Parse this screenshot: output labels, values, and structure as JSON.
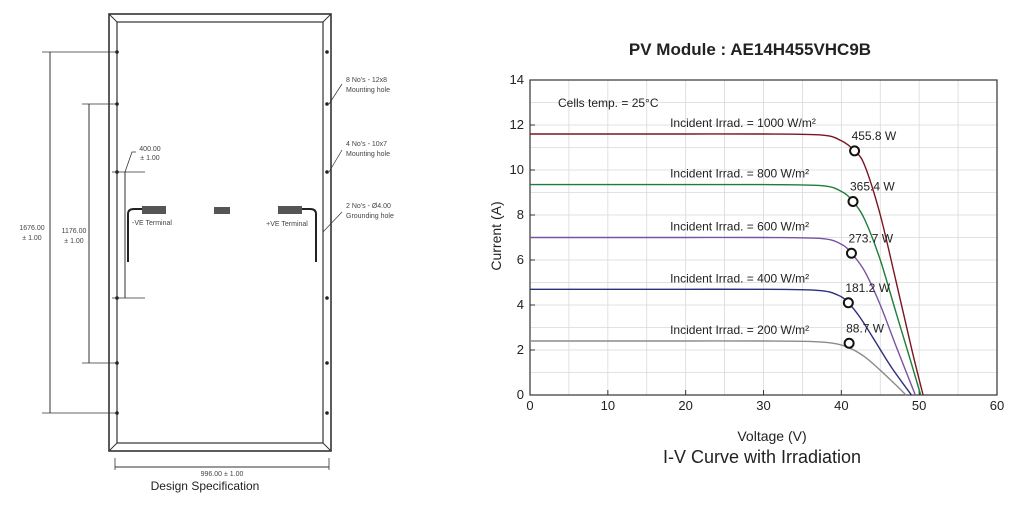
{
  "drawing": {
    "caption": "Design Specification",
    "dim_height": "1676.00",
    "dim_height_tol": "± 1.00",
    "dim_inner": "1176.00",
    "dim_inner_tol": "± 1.00",
    "dim_small": "400.00",
    "dim_small_tol": "± 1.00",
    "dim_width": "996.00 ± 1.00",
    "note_mounting_1_a": "8 No's - 12x8",
    "note_mounting_1_b": "Mounting hole",
    "note_mounting_2_a": "4 No's - 10x7",
    "note_mounting_2_b": "Mounting hole",
    "note_ground_a": "2 No's - Ø4.00",
    "note_ground_b": "Grounding hole",
    "neg_terminal": "-VE Terminal",
    "pos_terminal": "+VE Terminal"
  },
  "chart_data": {
    "type": "line",
    "title": "PV Module : AE14H455VHC9B",
    "caption": "I-V Curve with Irradiation",
    "xlabel": "Voltage (V)",
    "ylabel": "Current (A)",
    "xlim": [
      0,
      60
    ],
    "ylim": [
      0,
      14
    ],
    "xticks": [
      0,
      10,
      20,
      30,
      40,
      50,
      60
    ],
    "yticks": [
      0,
      2,
      4,
      6,
      8,
      10,
      12,
      14
    ],
    "grid": true,
    "annotation": "Cells temp. = 25°C",
    "series": [
      {
        "name": "Incident Irrad. = 1000 W/m²",
        "color": "#7a1620",
        "isc": 11.6,
        "voc": 50.5,
        "vknee": 37.5,
        "mpp": {
          "v": 41.7,
          "i": 10.85,
          "label": "455.8 W"
        },
        "points": [
          [
            0,
            11.6
          ],
          [
            10,
            11.6
          ],
          [
            20,
            11.6
          ],
          [
            30,
            11.6
          ],
          [
            37.5,
            11.55
          ],
          [
            40,
            11.3
          ],
          [
            41.7,
            10.85
          ],
          [
            43,
            10.2
          ],
          [
            45,
            8.0
          ],
          [
            47,
            5.1
          ],
          [
            49,
            2.1
          ],
          [
            50.5,
            0
          ]
        ]
      },
      {
        "name": "Incident Irrad. = 800 W/m²",
        "color": "#1e7d3a",
        "isc": 9.35,
        "voc": 50.2,
        "vknee": 37.5,
        "mpp": {
          "v": 41.5,
          "i": 8.6,
          "label": "365.4 W"
        },
        "points": [
          [
            0,
            9.35
          ],
          [
            10,
            9.35
          ],
          [
            20,
            9.35
          ],
          [
            30,
            9.35
          ],
          [
            37.5,
            9.3
          ],
          [
            40,
            9.05
          ],
          [
            41.5,
            8.6
          ],
          [
            43,
            7.8
          ],
          [
            45,
            6.0
          ],
          [
            47,
            3.7
          ],
          [
            49,
            1.4
          ],
          [
            50.2,
            0
          ]
        ]
      },
      {
        "name": "Incident Irrad. = 600 W/m²",
        "color": "#7a52a3",
        "isc": 7.0,
        "voc": 49.5,
        "vknee": 37.5,
        "mpp": {
          "v": 41.3,
          "i": 6.3,
          "label": "273.7 W"
        },
        "points": [
          [
            0,
            7.0
          ],
          [
            10,
            7.0
          ],
          [
            20,
            7.0
          ],
          [
            30,
            7.0
          ],
          [
            37.5,
            6.95
          ],
          [
            40,
            6.7
          ],
          [
            41.3,
            6.3
          ],
          [
            43,
            5.5
          ],
          [
            45,
            4.0
          ],
          [
            47,
            2.2
          ],
          [
            49.5,
            0
          ]
        ]
      },
      {
        "name": "Incident Irrad. = 400 W/m²",
        "color": "#2c2f7a",
        "isc": 4.7,
        "voc": 49.0,
        "vknee": 37,
        "mpp": {
          "v": 40.9,
          "i": 4.1,
          "label": "181.2 W"
        },
        "points": [
          [
            0,
            4.7
          ],
          [
            10,
            4.7
          ],
          [
            20,
            4.7
          ],
          [
            30,
            4.7
          ],
          [
            37,
            4.65
          ],
          [
            39.5,
            4.45
          ],
          [
            40.9,
            4.1
          ],
          [
            42.5,
            3.4
          ],
          [
            44.5,
            2.3
          ],
          [
            46.5,
            1.2
          ],
          [
            49.0,
            0
          ]
        ]
      },
      {
        "name": "Incident Irrad. = 200 W/m²",
        "color": "#8c8c8c",
        "isc": 2.4,
        "voc": 48.3,
        "vknee": 36,
        "mpp": {
          "v": 41.0,
          "i": 2.3,
          "label": "88.7 W"
        },
        "points": [
          [
            0,
            2.4
          ],
          [
            10,
            2.4
          ],
          [
            20,
            2.4
          ],
          [
            30,
            2.4
          ],
          [
            36,
            2.38
          ],
          [
            39,
            2.3
          ],
          [
            41,
            2.1
          ],
          [
            43,
            1.7
          ],
          [
            45,
            1.1
          ],
          [
            47,
            0.45
          ],
          [
            48.3,
            0
          ]
        ]
      }
    ]
  }
}
